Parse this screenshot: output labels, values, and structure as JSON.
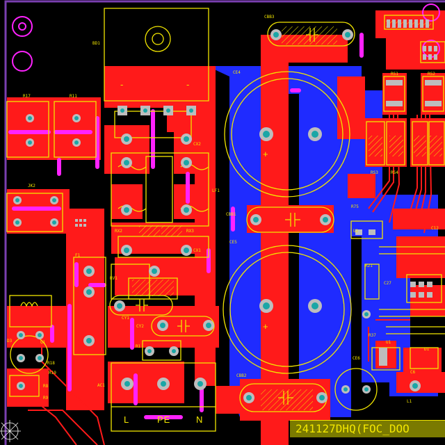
{
  "board": {
    "title": "241127DHQ(FOC_DOO",
    "colors": {
      "background": "#000000",
      "top_copper": "#ff1a1a",
      "bottom_copper": "#1f2bff",
      "silkscreen": "#f2e600",
      "keepout": "#ff22ff",
      "pad": "#bdbdbd",
      "drill": "#1aa6a6",
      "board_edge": "#7a3fb0"
    },
    "connector_labels": [
      "L",
      "PE",
      "N"
    ],
    "polarity_marks": [
      "+",
      "+",
      "-",
      "-"
    ],
    "components": {
      "bd1": "BD1",
      "r17": "R17",
      "r11": "R11",
      "jk2": "JK2",
      "cx2": "CX2",
      "lf1": "LF1",
      "rx2": "RX2",
      "rx3": "RX3",
      "cx1": "CX1",
      "f1": "F1",
      "rv1": "RV1",
      "cy1": "CY1",
      "cy2": "CY2",
      "r1": "R1",
      "ac1": "AC1",
      "d3": "D3",
      "q1": "Q1",
      "r18": "R18",
      "r19": "R19",
      "r8": "R8",
      "r9": "R9",
      "cbb3": "CBB3",
      "ce4": "CE4",
      "cbb1": "CBB1",
      "ce5": "CE5",
      "cbb2": "CBB2",
      "rs1": "RS1",
      "rs2": "RS2",
      "rs3": "RS3",
      "rs4": "RS4",
      "r75": "R75",
      "u2": "U2",
      "r37": "R37",
      "u1": "U1",
      "c12": "C12",
      "r21": "R21",
      "c27": "C27",
      "c6": "C6",
      "d1": "D1",
      "ce6": "CE6",
      "l1": "L1"
    }
  }
}
